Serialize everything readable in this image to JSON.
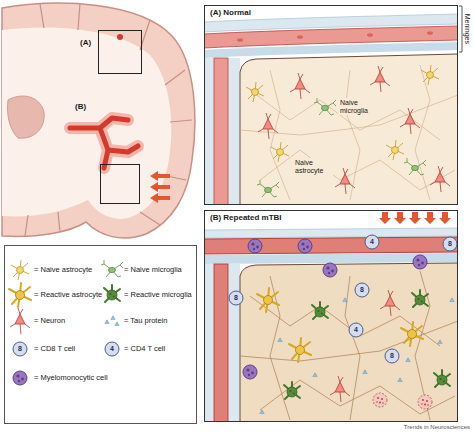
{
  "diagram": {
    "nodes": [
      {
        "text": [
          "(A)"
        ]
      },
      {
        "text": [
          "(B)"
        ]
      },
      {
        "text": [
          "(A) Normal"
        ]
      },
      {
        "text": [
          "(B) Repeated mTBI"
        ]
      }
    ],
    "labels": [
      "Meninges",
      "Naive microglia",
      "Naive astrocyte",
      "4",
      "8",
      "8",
      "8",
      "4",
      "8",
      "8",
      "4",
      "Trends in Neurosciences"
    ],
    "legend": [
      {
        "text": "= Naive astrocyte"
      },
      {
        "text": "= Naive microglia"
      },
      {
        "text": "= Reactive astrocyte"
      },
      {
        "text": "= Reactive microglia"
      },
      {
        "text": "= Neuron"
      },
      {
        "text": "= Tau protein"
      },
      {
        "text": "= CD8 T cell"
      },
      {
        "text": "= CD4 T cell"
      },
      {
        "text": "= Myelomonocytic cell"
      }
    ]
  }
}
